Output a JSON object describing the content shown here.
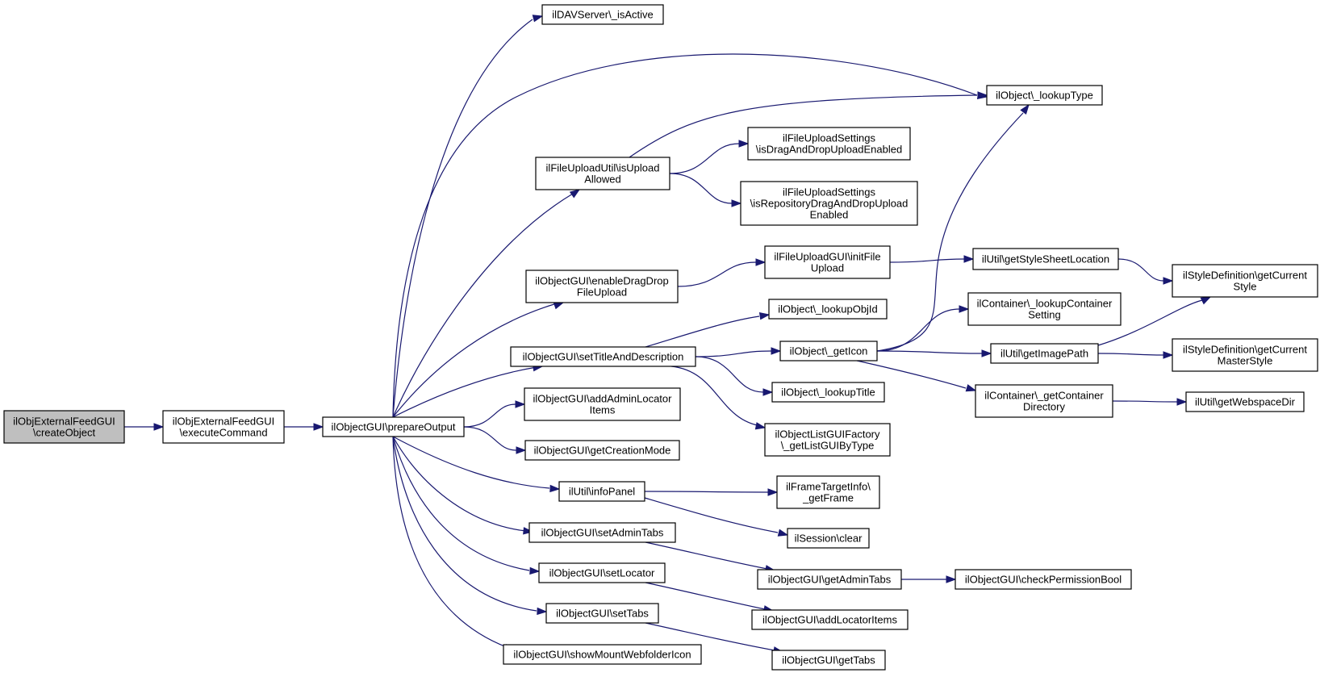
{
  "graph": {
    "colors": {
      "edge": "#191970",
      "node_border": "#000000",
      "root_fill": "#bfbfbf",
      "node_fill": "#ffffff"
    },
    "nodes": [
      {
        "id": "createObject",
        "lines": [
          "ilObjExternalFeedGUI",
          "\\createObject"
        ]
      },
      {
        "id": "executeCommand",
        "lines": [
          "ilObjExternalFeedGUI",
          "\\executeCommand"
        ]
      },
      {
        "id": "prepareOutput",
        "lines": [
          "ilObjectGUI\\prepareOutput"
        ]
      },
      {
        "id": "davIsActive",
        "lines": [
          "ilDAVServer\\_isActive"
        ]
      },
      {
        "id": "lookupType",
        "lines": [
          "ilObject\\_lookupType"
        ]
      },
      {
        "id": "isUploadAllowed",
        "lines": [
          "ilFileUploadUtil\\isUpload",
          "Allowed"
        ]
      },
      {
        "id": "isDragAndDrop",
        "lines": [
          "ilFileUploadSettings",
          "\\isDragAndDropUploadEnabled"
        ]
      },
      {
        "id": "isRepoDragDrop",
        "lines": [
          "ilFileUploadSettings",
          "\\isRepositoryDragAndDropUpload",
          "Enabled"
        ]
      },
      {
        "id": "enableDragDrop",
        "lines": [
          "ilObjectGUI\\enableDragDrop",
          "FileUpload"
        ]
      },
      {
        "id": "initFileUpload",
        "lines": [
          "ilFileUploadGUI\\initFile",
          "Upload"
        ]
      },
      {
        "id": "getStyleSheetLocation",
        "lines": [
          "ilUtil\\getStyleSheetLocation"
        ]
      },
      {
        "id": "getCurrentStyle",
        "lines": [
          "ilStyleDefinition\\getCurrent",
          "Style"
        ]
      },
      {
        "id": "lookupObjId",
        "lines": [
          "ilObject\\_lookupObjId"
        ]
      },
      {
        "id": "lookupContainerSetting",
        "lines": [
          "ilContainer\\_lookupContainer",
          "Setting"
        ]
      },
      {
        "id": "setTitleAndDescription",
        "lines": [
          "ilObjectGUI\\setTitleAndDescription"
        ]
      },
      {
        "id": "getIcon",
        "lines": [
          "ilObject\\_getIcon"
        ]
      },
      {
        "id": "getImagePath",
        "lines": [
          "ilUtil\\getImagePath"
        ]
      },
      {
        "id": "getCurrentMasterStyle",
        "lines": [
          "ilStyleDefinition\\getCurrent",
          "MasterStyle"
        ]
      },
      {
        "id": "addAdminLocatorItems",
        "lines": [
          "ilObjectGUI\\addAdminLocator",
          "Items"
        ]
      },
      {
        "id": "lookupTitle",
        "lines": [
          "ilObject\\_lookupTitle"
        ]
      },
      {
        "id": "getContainerDirectory",
        "lines": [
          "ilContainer\\_getContainer",
          "Directory"
        ]
      },
      {
        "id": "getWebspaceDir",
        "lines": [
          "ilUtil\\getWebspaceDir"
        ]
      },
      {
        "id": "getListGUIByType",
        "lines": [
          "ilObjectListGUIFactory",
          "\\_getListGUIByType"
        ]
      },
      {
        "id": "getCreationMode",
        "lines": [
          "ilObjectGUI\\getCreationMode"
        ]
      },
      {
        "id": "infoPanel",
        "lines": [
          "ilUtil\\infoPanel"
        ]
      },
      {
        "id": "getFrame",
        "lines": [
          "ilFrameTargetInfo\\",
          "_getFrame"
        ]
      },
      {
        "id": "setAdminTabs",
        "lines": [
          "ilObjectGUI\\setAdminTabs"
        ]
      },
      {
        "id": "sessionClear",
        "lines": [
          "ilSession\\clear"
        ]
      },
      {
        "id": "getAdminTabs",
        "lines": [
          "ilObjectGUI\\getAdminTabs"
        ]
      },
      {
        "id": "checkPermissionBool",
        "lines": [
          "ilObjectGUI\\checkPermissionBool"
        ]
      },
      {
        "id": "setLocator",
        "lines": [
          "ilObjectGUI\\setLocator"
        ]
      },
      {
        "id": "addLocatorItems",
        "lines": [
          "ilObjectGUI\\addLocatorItems"
        ]
      },
      {
        "id": "setTabs",
        "lines": [
          "ilObjectGUI\\setTabs"
        ]
      },
      {
        "id": "getTabs",
        "lines": [
          "ilObjectGUI\\getTabs"
        ]
      },
      {
        "id": "showMountWebfolderIcon",
        "lines": [
          "ilObjectGUI\\showMountWebfolderIcon"
        ]
      }
    ],
    "edges": [
      {
        "from": "createObject",
        "to": "executeCommand"
      },
      {
        "from": "executeCommand",
        "to": "prepareOutput"
      },
      {
        "from": "prepareOutput",
        "to": "davIsActive"
      },
      {
        "from": "prepareOutput",
        "to": "lookupType"
      },
      {
        "from": "prepareOutput",
        "to": "isUploadAllowed"
      },
      {
        "from": "prepareOutput",
        "to": "enableDragDrop"
      },
      {
        "from": "prepareOutput",
        "to": "setTitleAndDescription"
      },
      {
        "from": "prepareOutput",
        "to": "addAdminLocatorItems"
      },
      {
        "from": "prepareOutput",
        "to": "getCreationMode"
      },
      {
        "from": "prepareOutput",
        "to": "infoPanel"
      },
      {
        "from": "prepareOutput",
        "to": "setAdminTabs"
      },
      {
        "from": "prepareOutput",
        "to": "setLocator"
      },
      {
        "from": "prepareOutput",
        "to": "setTabs"
      },
      {
        "from": "prepareOutput",
        "to": "showMountWebfolderIcon"
      },
      {
        "from": "isUploadAllowed",
        "to": "lookupType"
      },
      {
        "from": "isUploadAllowed",
        "to": "isDragAndDrop"
      },
      {
        "from": "isUploadAllowed",
        "to": "isRepoDragDrop"
      },
      {
        "from": "enableDragDrop",
        "to": "initFileUpload"
      },
      {
        "from": "initFileUpload",
        "to": "getStyleSheetLocation"
      },
      {
        "from": "getStyleSheetLocation",
        "to": "getCurrentStyle"
      },
      {
        "from": "setTitleAndDescription",
        "to": "lookupObjId"
      },
      {
        "from": "setTitleAndDescription",
        "to": "getIcon"
      },
      {
        "from": "setTitleAndDescription",
        "to": "lookupTitle"
      },
      {
        "from": "setTitleAndDescription",
        "to": "getListGUIByType"
      },
      {
        "from": "getIcon",
        "to": "lookupType"
      },
      {
        "from": "getIcon",
        "to": "lookupContainerSetting"
      },
      {
        "from": "getIcon",
        "to": "getImagePath"
      },
      {
        "from": "getIcon",
        "to": "getContainerDirectory"
      },
      {
        "from": "getImagePath",
        "to": "getCurrentStyle"
      },
      {
        "from": "getImagePath",
        "to": "getCurrentMasterStyle"
      },
      {
        "from": "getContainerDirectory",
        "to": "getWebspaceDir"
      },
      {
        "from": "infoPanel",
        "to": "getFrame"
      },
      {
        "from": "infoPanel",
        "to": "sessionClear"
      },
      {
        "from": "setAdminTabs",
        "to": "getAdminTabs"
      },
      {
        "from": "getAdminTabs",
        "to": "checkPermissionBool"
      },
      {
        "from": "setLocator",
        "to": "addLocatorItems"
      },
      {
        "from": "setTabs",
        "to": "getTabs"
      }
    ]
  }
}
